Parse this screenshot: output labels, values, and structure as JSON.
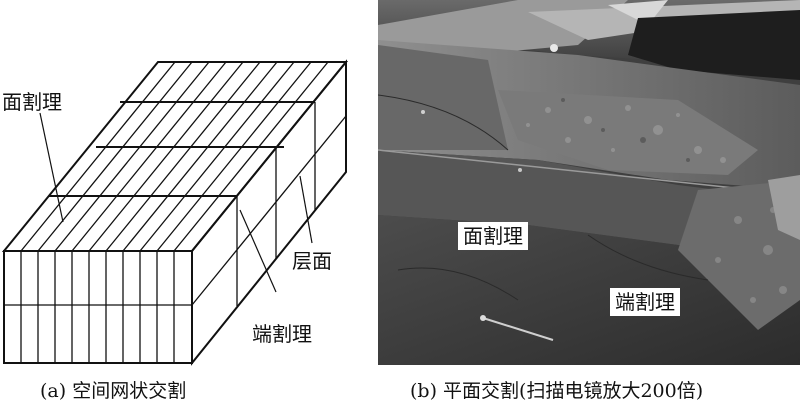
{
  "panel_a": {
    "labels": {
      "face_cleat": "面割理",
      "bedding_plane": "层面",
      "butt_cleat": "端割理"
    },
    "caption": "(a) 空间网状交割"
  },
  "panel_b": {
    "labels": {
      "face_cleat": "面割理",
      "butt_cleat": "端割理"
    },
    "caption": "(b) 平面交割(扫描电镜放大200倍)"
  }
}
